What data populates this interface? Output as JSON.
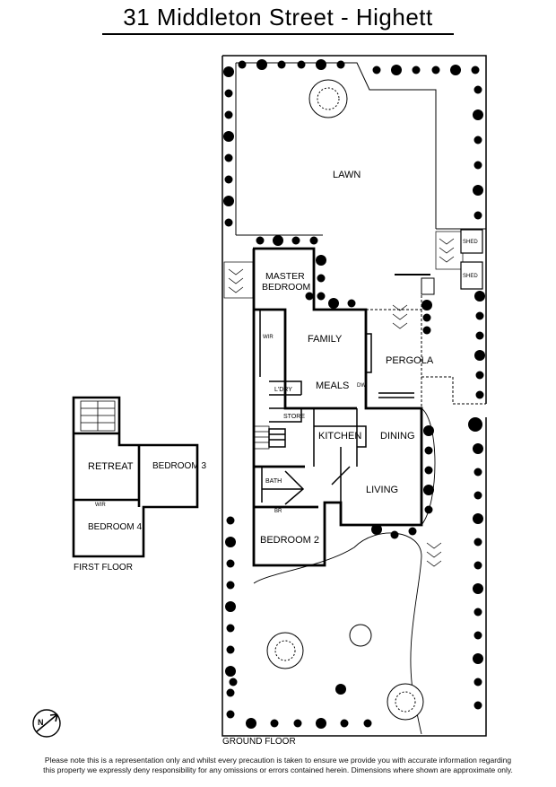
{
  "title": "31 Middleton Street - Highett",
  "rooms": {
    "lawn": "LAWN",
    "master_bedroom": "MASTER BEDROOM",
    "family": "FAMILY",
    "meals": "MEALS",
    "pergola": "PERGOLA",
    "kitchen": "KITCHEN",
    "dining": "DINING",
    "living": "LIVING",
    "bedroom_2": "BEDROOM 2",
    "retreat": "RETREAT",
    "bedroom_3": "BEDROOM 3",
    "bedroom_4": "BEDROOM 4",
    "laundry": "L'DRY",
    "store": "STORE",
    "bath": "BATH",
    "wir": "WIR",
    "br": "BR",
    "shed_1": "SHED",
    "shed_2": "SHED",
    "dw": "DW"
  },
  "labels": {
    "first_floor": "FIRST FLOOR",
    "ground_floor": "GROUND FLOOR"
  },
  "compass": {
    "label": "N"
  },
  "disclaimer": {
    "line1": "Please note this is a representation only and whilst every precaution is taken to ensure we provide you with accurate information regarding",
    "line2": "this property we expressly deny responsibility for any omissions or errors contained herein. Dimensions where shown are approximate only."
  }
}
